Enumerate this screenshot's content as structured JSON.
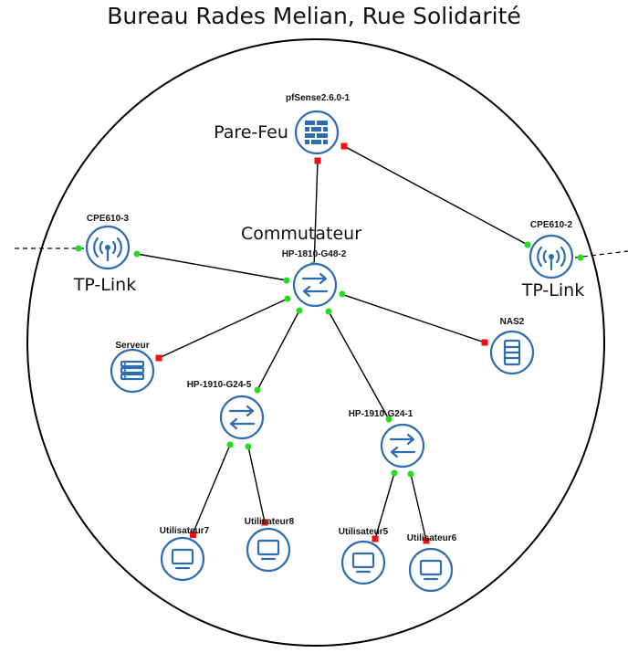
{
  "title": "Bureau Rades Melian, Rue Solidarité",
  "labels": {
    "firewall_role": "Pare-Feu",
    "switch_role": "Commutateur",
    "tplink_left": "TP-Link",
    "tplink_right": "TP-Link"
  },
  "nodes": {
    "firewall": {
      "name": "pfSense2.6.0-1",
      "icon": "firewall-icon"
    },
    "core_switch": {
      "name": "HP-1810-G48-2",
      "icon": "switch-icon"
    },
    "cpe_left": {
      "name": "CPE610-3",
      "icon": "wireless-ap-icon"
    },
    "cpe_right": {
      "name": "CPE610-2",
      "icon": "wireless-ap-icon"
    },
    "server": {
      "name": "Serveur",
      "icon": "server-icon"
    },
    "nas": {
      "name": "NAS2",
      "icon": "storage-icon"
    },
    "switch_a": {
      "name": "HP-1910-G24-5",
      "icon": "switch-icon"
    },
    "switch_b": {
      "name": "HP-1910-G24-1",
      "icon": "switch-icon"
    },
    "user7": {
      "name": "Utilisateur7",
      "icon": "monitor-icon"
    },
    "user8": {
      "name": "Utilisateur8",
      "icon": "monitor-icon"
    },
    "user5": {
      "name": "Utilisateur5",
      "icon": "monitor-icon"
    },
    "user6": {
      "name": "Utilisateur6",
      "icon": "monitor-icon"
    }
  },
  "colors": {
    "node_stroke": "#2f6db3",
    "port_up": "#22dd22",
    "port_down": "#ee1111"
  }
}
